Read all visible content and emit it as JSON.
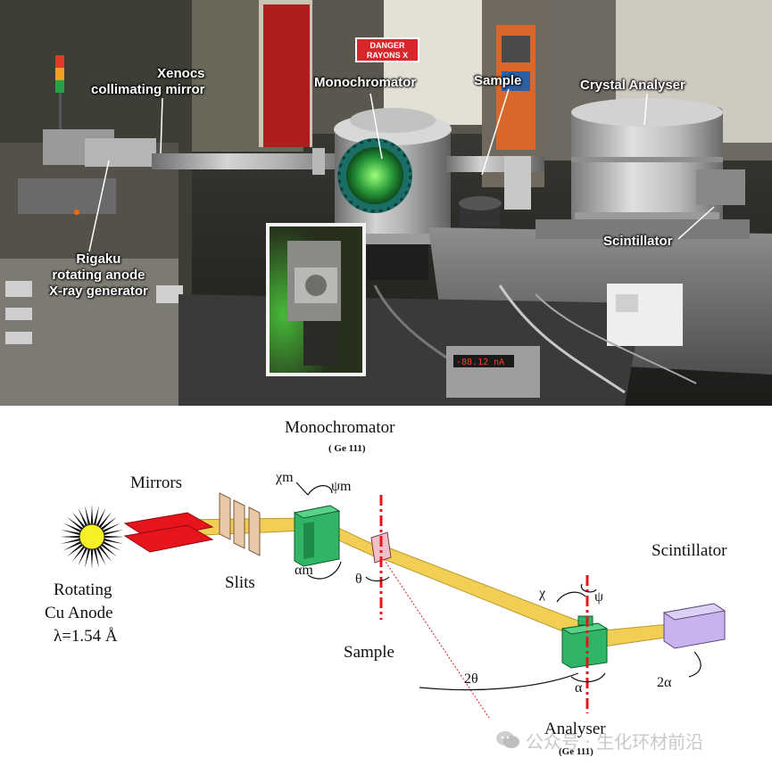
{
  "photo": {
    "labels": {
      "xenocs": "Xenocs\ncollimating mirror",
      "monochromator": "Monochromator",
      "sample": "Sample",
      "crystal_analyser": "Crystal Analyser",
      "scintillator": "Scintillator",
      "rigaku": "Rigaku\nrotating anode\nX-ray generator"
    },
    "sign": "DANGER\nRAYONS X",
    "meter_display": "-88.12 nA"
  },
  "diagram": {
    "labels": {
      "monochromator": "Monochromator",
      "monochromator_crystal": "( Ge 111)",
      "mirrors": "Mirrors",
      "slits": "Slits",
      "rotating": "Rotating",
      "cu_anode": "Cu Anode",
      "wavelength": "λ=1.54 Å",
      "sample": "Sample",
      "scintillator": "Scintillator",
      "analyser": "Analyser",
      "analyser_crystal": "(Ge 111)"
    },
    "symbols": {
      "chi_m": "χm",
      "psi_m": "ψm",
      "alpha_m": "αm",
      "theta": "θ",
      "chi": "χ",
      "psi": "ψ",
      "two_theta": "2θ",
      "alpha": "α",
      "two_alpha": "2α"
    },
    "colors": {
      "beam": "#f2cf54",
      "mirror": "#e8141c",
      "slit": "#e8c8a6",
      "crystal": "#2fb565",
      "sample": "#f0c0c8",
      "detector": "#c9b2ee",
      "axis": "#e8141c",
      "source_core": "#f5f028"
    }
  },
  "watermark": "公众号 · 生化环材前沿"
}
